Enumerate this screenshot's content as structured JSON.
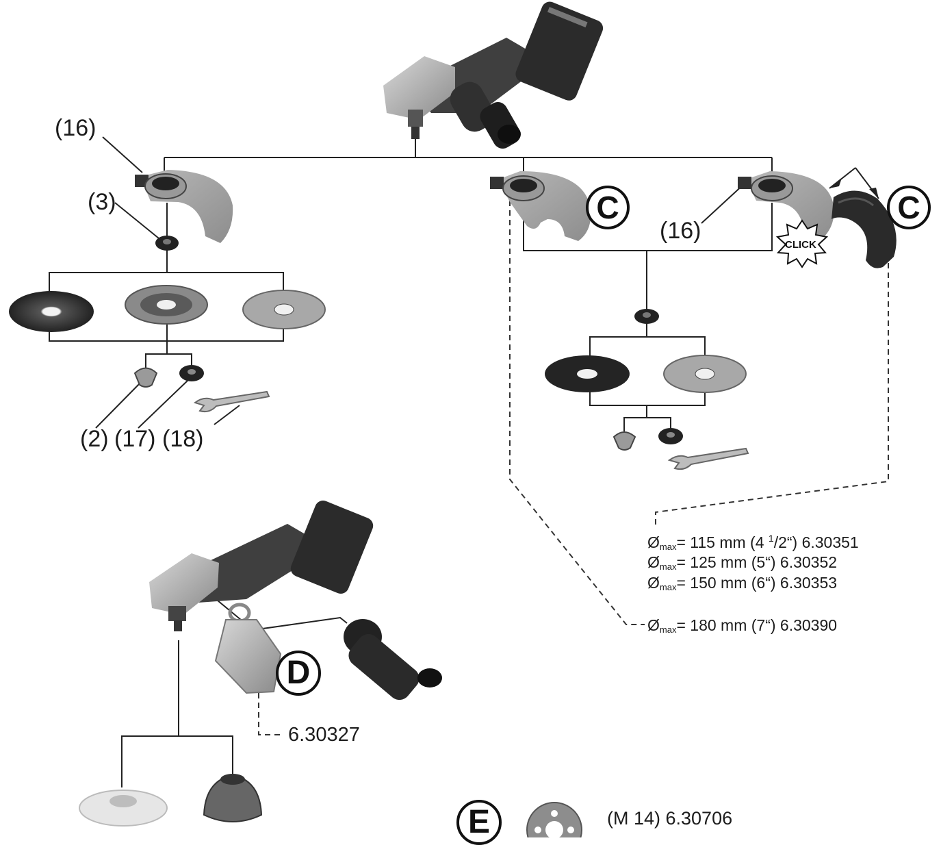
{
  "diagram": {
    "callouts": {
      "p16_left": "(16)",
      "p3": "(3)",
      "p16_right": "(16)",
      "p2": "(2)",
      "p17": "(17)",
      "p18": "(18)"
    },
    "badges": {
      "c1": "C",
      "c2": "C",
      "d": "D",
      "e": "E"
    },
    "click_text": "CLICK",
    "guard_specs": [
      {
        "symbol": "Ø",
        "sub": "max",
        "text_before_sup": "= 115 mm (4 ",
        "sup": "1",
        "text_after_sup": "/2“) 6.30351"
      },
      {
        "symbol": "Ø",
        "sub": "max",
        "text_before_sup": "= 125 mm (5“) 6.30352",
        "sup": "",
        "text_after_sup": ""
      },
      {
        "symbol": "Ø",
        "sub": "max",
        "text_before_sup": "= 150 mm (6“) 6.30353",
        "sup": "",
        "text_after_sup": ""
      },
      {
        "symbol": "Ø",
        "sub": "max",
        "text_before_sup": "= 180 mm (7“) 6.30390",
        "sup": "",
        "text_after_sup": ""
      }
    ],
    "part_d_code": "6.30327",
    "part_e_code": "(M 14) 6.30706"
  }
}
